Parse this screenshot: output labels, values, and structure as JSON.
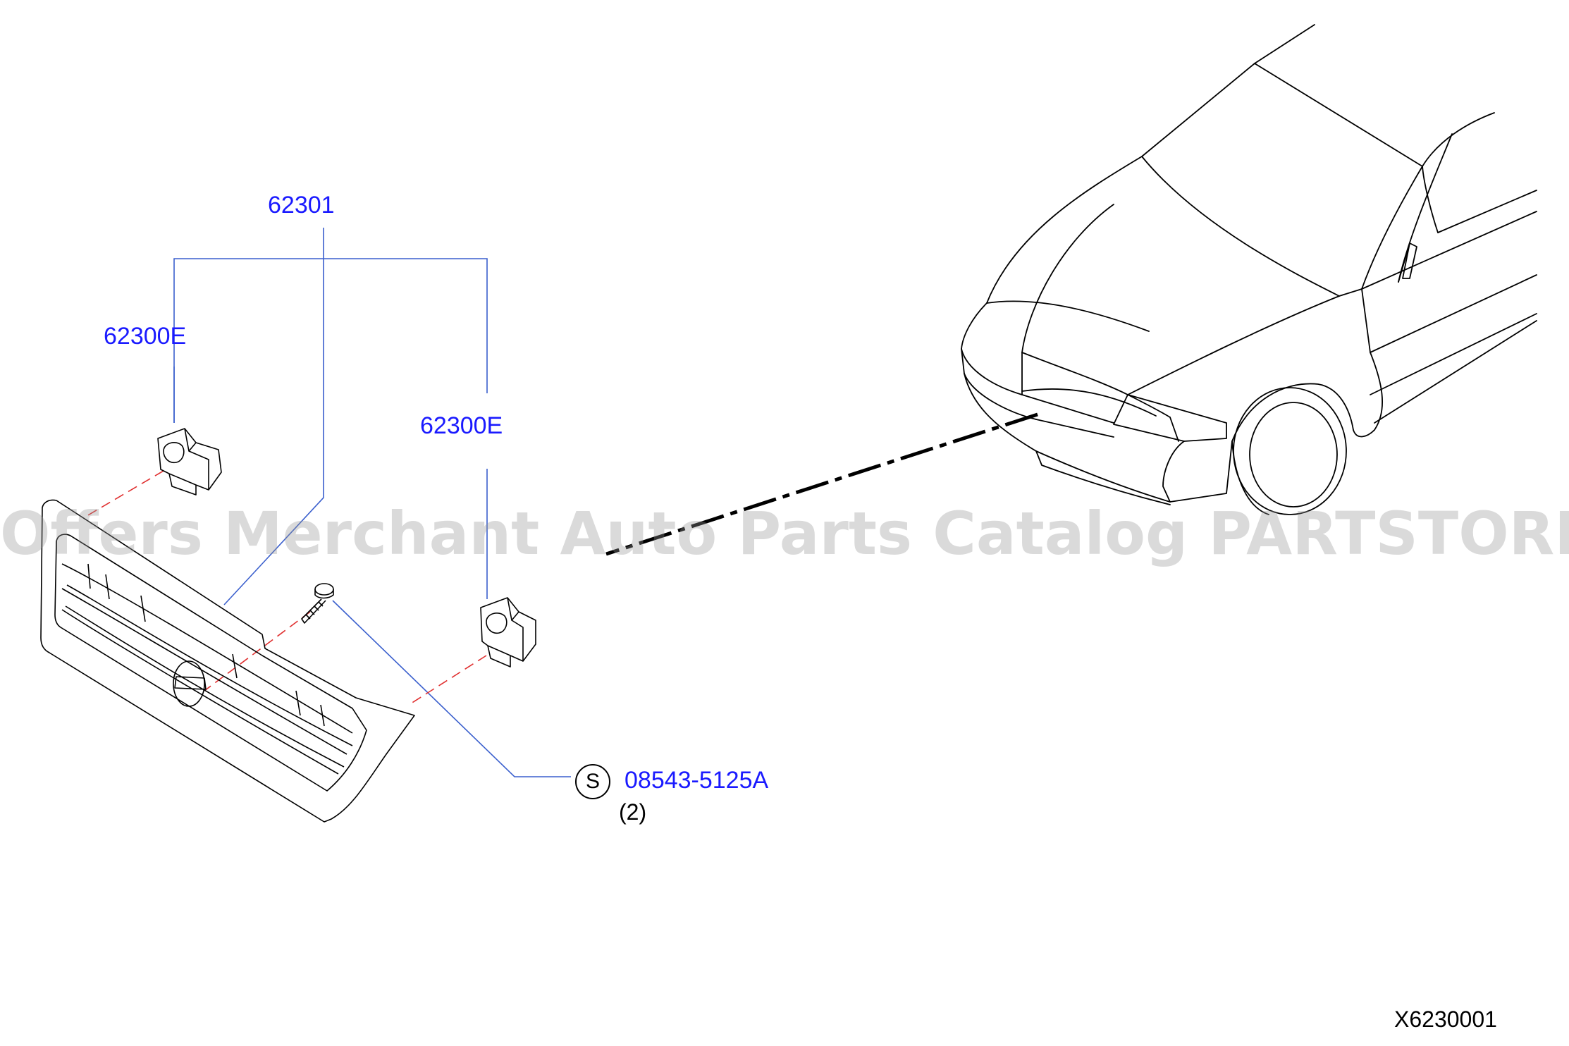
{
  "callouts": {
    "grille_assembly": "62301",
    "clip_left": "62300E",
    "clip_right": "62300E",
    "screw": "08543-5125A"
  },
  "screw_quantity": "(2)",
  "standard_part_badge": "S",
  "diagram_ref": "X6230001",
  "watermark": "Offers Merchant Auto Parts Catalog PARTSTORE.SA",
  "colors": {
    "callout_text": "#1a1aff",
    "leader_line": "#3a5fcd",
    "hidden_line": "#e03030",
    "drawing_line": "#000000"
  }
}
